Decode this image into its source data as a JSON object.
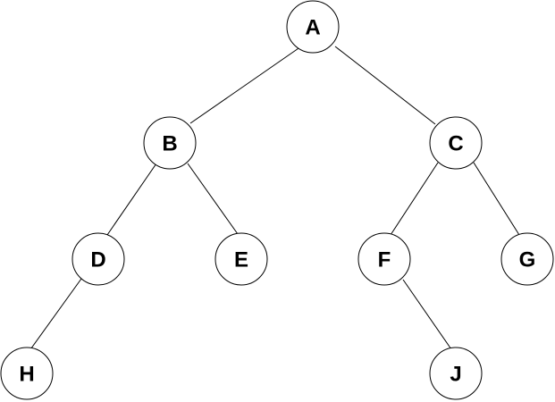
{
  "tree": {
    "nodes": [
      {
        "id": "A",
        "label": "A"
      },
      {
        "id": "B",
        "label": "B"
      },
      {
        "id": "C",
        "label": "C"
      },
      {
        "id": "D",
        "label": "D"
      },
      {
        "id": "E",
        "label": "E"
      },
      {
        "id": "F",
        "label": "F"
      },
      {
        "id": "G",
        "label": "G"
      },
      {
        "id": "H",
        "label": "H"
      },
      {
        "id": "J",
        "label": "J"
      }
    ],
    "edges": [
      {
        "from": "A",
        "to": "B"
      },
      {
        "from": "A",
        "to": "C"
      },
      {
        "from": "B",
        "to": "D"
      },
      {
        "from": "B",
        "to": "E"
      },
      {
        "from": "C",
        "to": "F"
      },
      {
        "from": "C",
        "to": "G"
      },
      {
        "from": "D",
        "to": "H"
      },
      {
        "from": "F",
        "to": "J"
      }
    ]
  }
}
